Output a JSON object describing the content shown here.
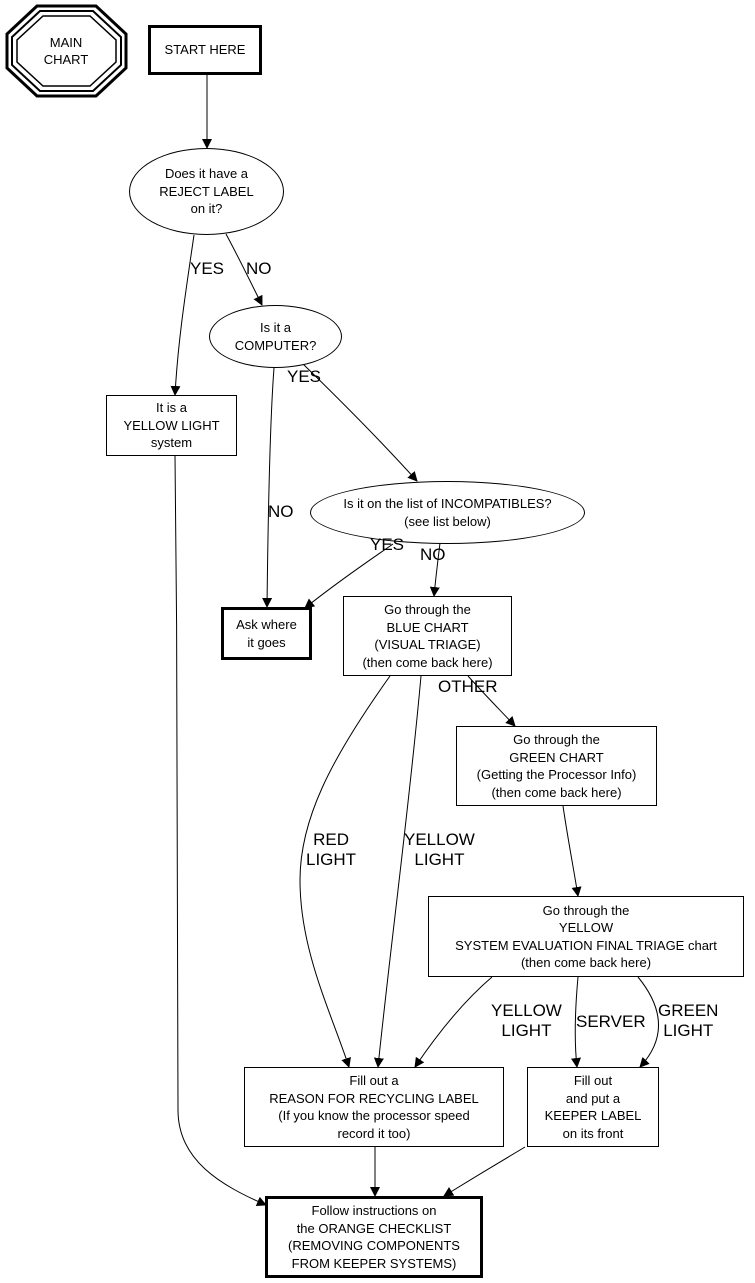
{
  "title_node": {
    "lines": [
      "MAIN",
      "CHART"
    ]
  },
  "nodes": {
    "start": {
      "lines": [
        "START HERE"
      ]
    },
    "reject_label": {
      "lines": [
        "Does it have a",
        "REJECT LABEL",
        "on it?"
      ]
    },
    "is_computer": {
      "lines": [
        "Is it a",
        "COMPUTER?"
      ]
    },
    "yellow_light_system": {
      "lines": [
        "It is a",
        "YELLOW LIGHT",
        "system"
      ]
    },
    "incompatibles": {
      "lines": [
        "Is it on the list of INCOMPATIBLES?",
        "(see list below)"
      ]
    },
    "ask_where": {
      "lines": [
        "Ask where",
        "it goes"
      ]
    },
    "blue_chart": {
      "lines": [
        "Go through the",
        "BLUE CHART",
        "(VISUAL TRIAGE)",
        "(then come back here)"
      ]
    },
    "green_chart": {
      "lines": [
        "Go through the",
        "GREEN CHART",
        "(Getting the Processor Info)",
        "(then come back here)"
      ]
    },
    "yellow_chart": {
      "lines": [
        "Go through the",
        "YELLOW",
        "SYSTEM EVALUATION FINAL TRIAGE chart",
        "(then come back here)"
      ]
    },
    "recycling_label": {
      "lines": [
        "Fill out a",
        "REASON FOR RECYCLING LABEL",
        "(If you know the processor speed",
        "record it too)"
      ]
    },
    "keeper_label": {
      "lines": [
        "Fill out",
        "and put a",
        "KEEPER LABEL",
        "on its front"
      ]
    },
    "orange_checklist": {
      "lines": [
        "Follow instructions on",
        "the ORANGE CHECKLIST",
        "(REMOVING COMPONENTS",
        "FROM KEEPER SYSTEMS)"
      ]
    }
  },
  "edge_labels": {
    "reject_yes": [
      "YES"
    ],
    "reject_no": [
      "NO"
    ],
    "computer_yes": [
      "YES"
    ],
    "computer_no": [
      "NO"
    ],
    "incompat_yes": [
      "YES"
    ],
    "incompat_no": [
      "NO"
    ],
    "blue_other": [
      "OTHER"
    ],
    "blue_red": [
      "RED",
      "LIGHT"
    ],
    "blue_yellow": [
      "YELLOW",
      "LIGHT"
    ],
    "yellowchart_yellow": [
      "YELLOW",
      "LIGHT"
    ],
    "yellowchart_server": [
      "SERVER"
    ],
    "yellowchart_green": [
      "GREEN",
      "LIGHT"
    ]
  },
  "colors": {
    "stroke": "#000000",
    "background": "#ffffff"
  }
}
